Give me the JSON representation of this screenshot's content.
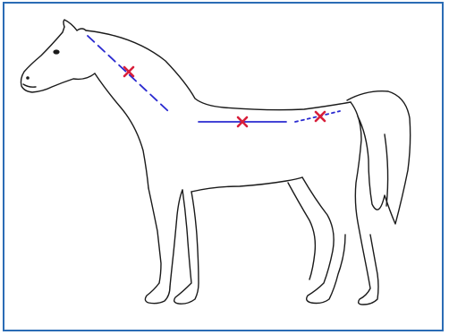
{
  "figure": {
    "subject": "horse-side-view-outline",
    "colors": {
      "frame_border": "#2b6cb5",
      "outline": "#1a1a1a",
      "measure_line": "#2a2ad0",
      "point_marker": "#d81e3a"
    },
    "measurement_lines": [
      {
        "name": "neck-line",
        "style": "dashed"
      },
      {
        "name": "back-line",
        "style": "solid"
      },
      {
        "name": "croup-line",
        "style": "dotted"
      }
    ],
    "points": [
      {
        "name": "neck-midpoint"
      },
      {
        "name": "back-midpoint"
      },
      {
        "name": "croup-midpoint"
      }
    ]
  }
}
